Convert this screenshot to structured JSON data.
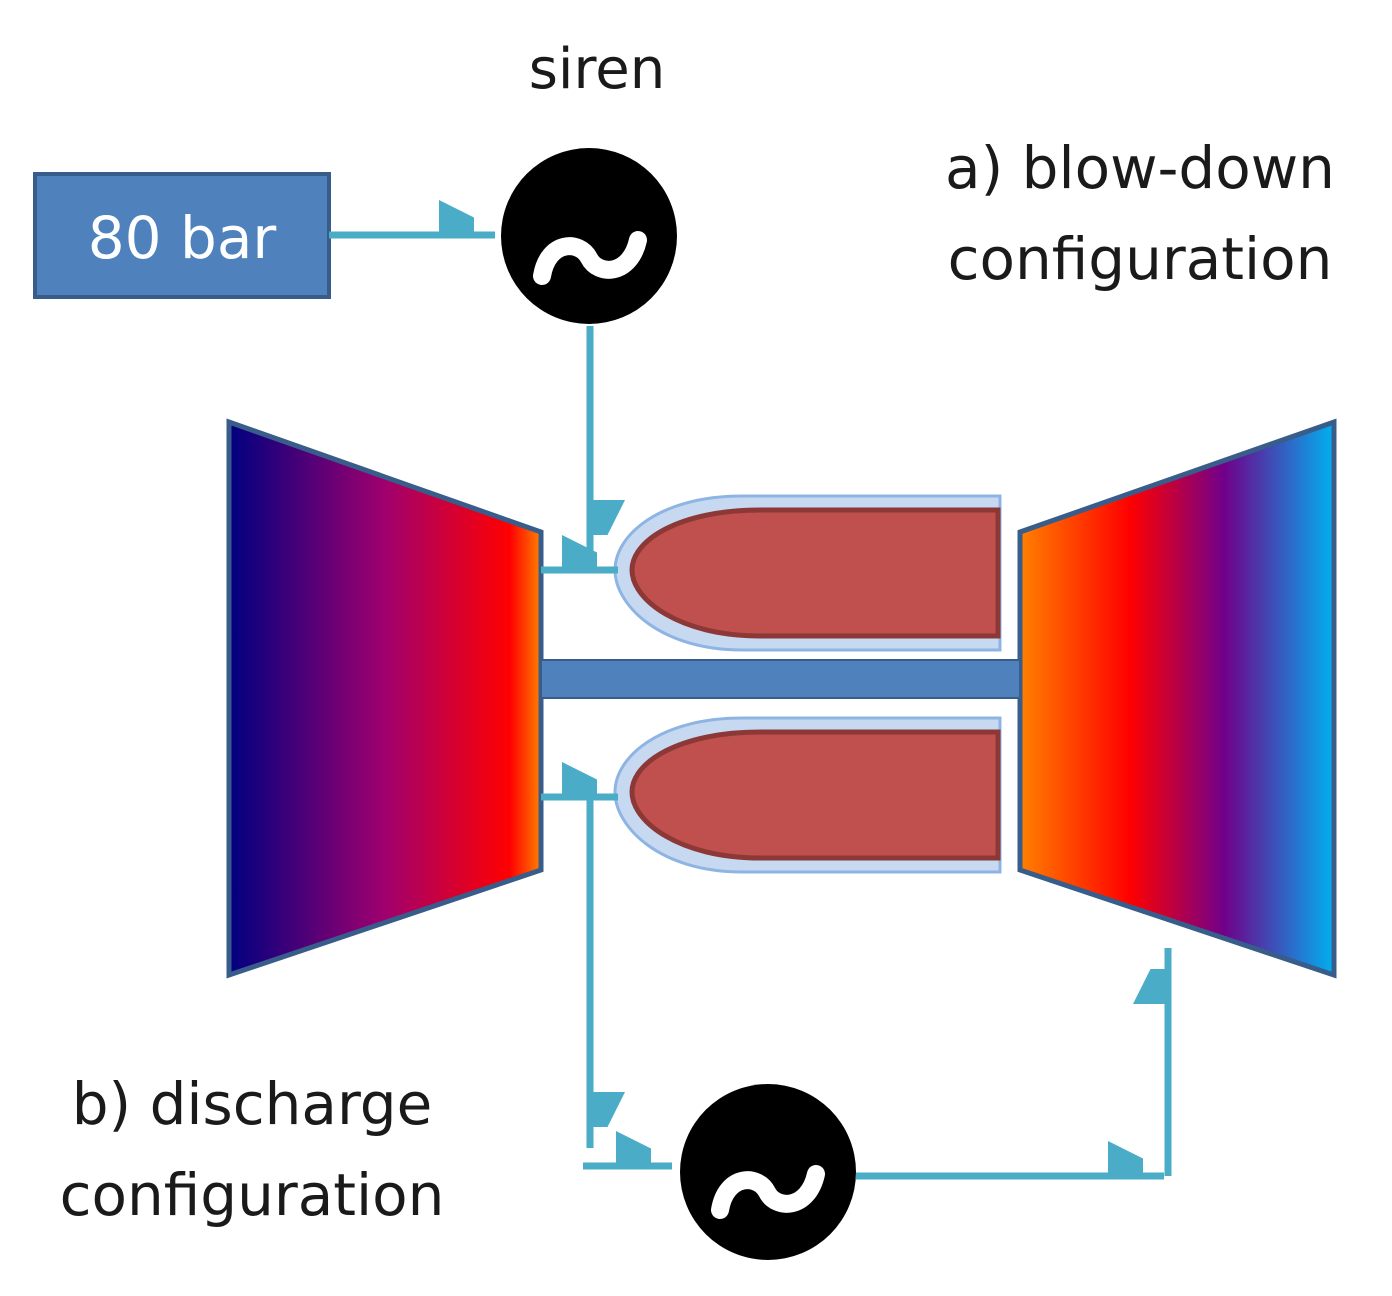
{
  "labels": {
    "siren": "siren",
    "pressure": "80 bar",
    "config_a_line1": "a) blow-down",
    "config_a_line2": "configuration",
    "config_b_line1": "b) discharge",
    "config_b_line2": "configuration"
  },
  "icons": {
    "siren_top": "sine-wave-icon",
    "siren_bottom": "sine-wave-icon"
  },
  "colors": {
    "arrow": "#4aacc6",
    "pressure_box": "#4f81bd",
    "pressure_box_border": "#385d8a",
    "shaft": "#4f81bd",
    "combustor_core": "#c0504d",
    "combustor_liner": "#c6d9f1",
    "compressor_gradient": [
      "#000080",
      "#a0006e",
      "#ff0000",
      "#ff8000"
    ],
    "turbine_gradient": [
      "#ff8000",
      "#ff0000",
      "#70008a",
      "#00b0f0"
    ]
  }
}
